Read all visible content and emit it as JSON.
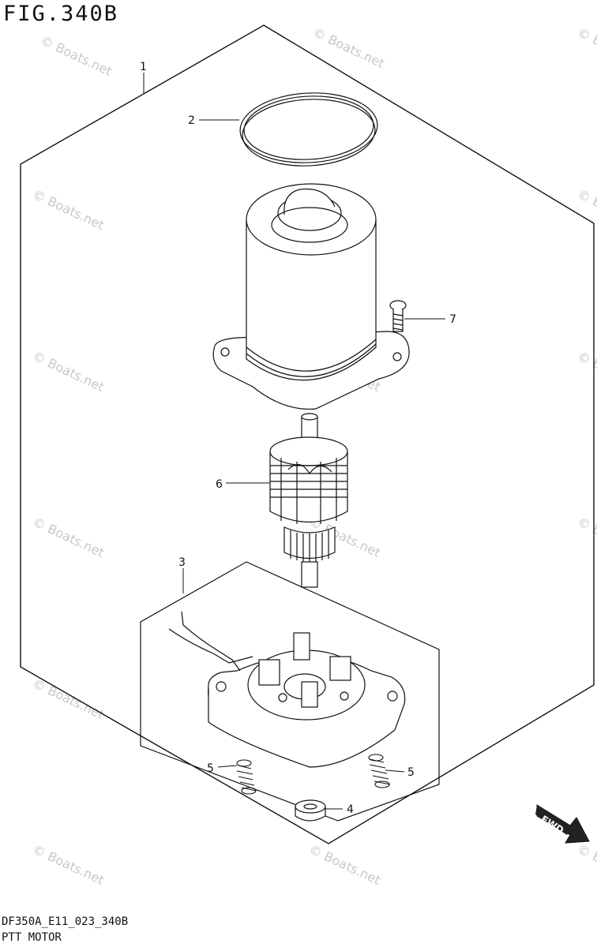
{
  "figure_title": "FIG.340B",
  "footer": {
    "code": "DF350A_E11_023_340B",
    "name": "PTT MOTOR"
  },
  "watermark": "© Boats.net",
  "fwd_label": "FWD",
  "callouts": {
    "c1": "1",
    "c2": "2",
    "c3": "3",
    "c4": "4",
    "c5a": "5",
    "c5b": "5",
    "c6": "6",
    "c7": "7"
  }
}
